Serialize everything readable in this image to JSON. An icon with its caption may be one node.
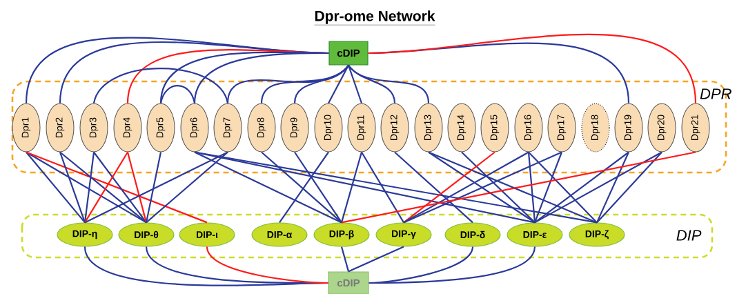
{
  "diagram": {
    "title": "Dpr-ome Network",
    "nodes": [
      {
        "text": [
          "cDIP"
        ]
      },
      {
        "text": [
          "DPR"
        ]
      },
      {
        "text": [
          "Dpr1"
        ],
        "in": 1
      },
      {
        "text": [
          "Dpr2"
        ],
        "in": 1
      },
      {
        "text": [
          "Dpr3"
        ],
        "in": 1
      },
      {
        "text": [
          "Dpr4"
        ],
        "in": 1
      },
      {
        "text": [
          "Dpr5"
        ],
        "in": 1
      },
      {
        "text": [
          "Dpr6"
        ],
        "in": 1
      },
      {
        "text": [
          "Dpr7"
        ],
        "in": 1
      },
      {
        "text": [
          "Dpr8"
        ],
        "in": 1
      },
      {
        "text": [
          "Dpr9"
        ],
        "in": 1
      },
      {
        "text": [
          "Dpr10"
        ],
        "in": 1
      },
      {
        "text": [
          "Dpr11"
        ],
        "in": 1
      },
      {
        "text": [
          "Dpr12"
        ],
        "in": 1
      },
      {
        "text": [
          "Dpr13"
        ],
        "in": 1
      },
      {
        "text": [
          "Dpr14"
        ],
        "in": 1
      },
      {
        "text": [
          "Dpr15"
        ],
        "in": 1
      },
      {
        "text": [
          "Dpr16"
        ],
        "in": 1
      },
      {
        "text": [
          "Dpr17"
        ],
        "in": 1
      },
      {
        "text": [
          "Dpr18"
        ],
        "in": 1
      },
      {
        "text": [
          "Dpr19"
        ],
        "in": 1
      },
      {
        "text": [
          "Dpr20"
        ],
        "in": 1
      },
      {
        "text": [
          "Dpr21"
        ],
        "in": 1
      },
      {
        "text": [
          "DIP"
        ]
      },
      {
        "text": [
          "DIP-η"
        ],
        "in": 23
      },
      {
        "text": [
          "DIP-θ"
        ],
        "in": 23
      },
      {
        "text": [
          "DIP-ι"
        ],
        "in": 23
      },
      {
        "text": [
          "DIP-α"
        ],
        "in": 23
      },
      {
        "text": [
          "DIP-β"
        ],
        "in": 23
      },
      {
        "text": [
          "DIP-γ"
        ],
        "in": 23
      },
      {
        "text": [
          "DIP-δ"
        ],
        "in": 23
      },
      {
        "text": [
          "DIP-ε"
        ],
        "in": 23
      },
      {
        "text": [
          "DIP-ζ"
        ],
        "in": 23
      },
      {
        "text": [
          "cDIP"
        ]
      }
    ],
    "edges": [
      {
        "from": 0,
        "to": 2,
        "arrow": "none"
      },
      {
        "from": 0,
        "to": 3,
        "arrow": "none"
      },
      {
        "from": 0,
        "to": 5,
        "arrow": "none",
        "color": "#ff1a1a"
      },
      {
        "from": 0,
        "to": 6,
        "arrow": "none"
      },
      {
        "from": 0,
        "to": 7,
        "arrow": "none"
      },
      {
        "from": 0,
        "to": 8,
        "arrow": "none"
      },
      {
        "from": 0,
        "to": 9,
        "arrow": "none"
      },
      {
        "from": 0,
        "to": 10,
        "arrow": "none"
      },
      {
        "from": 0,
        "to": 11,
        "arrow": "none"
      },
      {
        "from": 0,
        "to": 12,
        "arrow": "none"
      },
      {
        "from": 0,
        "to": 13,
        "arrow": "none"
      },
      {
        "from": 0,
        "to": 14,
        "arrow": "none"
      },
      {
        "from": 0,
        "to": 20,
        "arrow": "none"
      },
      {
        "from": 0,
        "to": 22,
        "arrow": "none",
        "color": "#ff1a1a"
      },
      {
        "from": 4,
        "to": 8,
        "arrow": "none"
      },
      {
        "from": 6,
        "to": 7,
        "arrow": "none"
      },
      {
        "from": 2,
        "to": 24,
        "arrow": "none"
      },
      {
        "from": 2,
        "to": 25,
        "arrow": "none"
      },
      {
        "from": 2,
        "to": 26,
        "arrow": "none",
        "color": "#ff1a1a"
      },
      {
        "from": 3,
        "to": 24,
        "arrow": "none"
      },
      {
        "from": 3,
        "to": 25,
        "arrow": "none"
      },
      {
        "from": 4,
        "to": 24,
        "arrow": "none"
      },
      {
        "from": 4,
        "to": 25,
        "arrow": "none"
      },
      {
        "from": 5,
        "to": 24,
        "arrow": "none",
        "color": "#ff1a1a"
      },
      {
        "from": 5,
        "to": 25,
        "arrow": "none",
        "color": "#ff1a1a"
      },
      {
        "from": 6,
        "to": 25,
        "arrow": "none"
      },
      {
        "from": 7,
        "to": 28,
        "arrow": "none"
      },
      {
        "from": 7,
        "to": 31,
        "arrow": "none"
      },
      {
        "from": 7,
        "to": 32,
        "arrow": "none"
      },
      {
        "from": 8,
        "to": 24,
        "arrow": "none"
      },
      {
        "from": 8,
        "to": 25,
        "arrow": "none"
      },
      {
        "from": 9,
        "to": 28,
        "arrow": "none"
      },
      {
        "from": 10,
        "to": 28,
        "arrow": "none"
      },
      {
        "from": 11,
        "to": 27,
        "arrow": "none"
      },
      {
        "from": 12,
        "to": 28,
        "arrow": "none"
      },
      {
        "from": 12,
        "to": 29,
        "arrow": "none"
      },
      {
        "from": 13,
        "to": 30,
        "arrow": "none"
      },
      {
        "from": 14,
        "to": 31,
        "arrow": "none"
      },
      {
        "from": 14,
        "to": 32,
        "arrow": "none"
      },
      {
        "from": 15,
        "to": 31,
        "arrow": "none"
      },
      {
        "from": 16,
        "to": 29,
        "arrow": "none",
        "color": "#ff1a1a"
      },
      {
        "from": 17,
        "to": 29,
        "arrow": "none"
      },
      {
        "from": 17,
        "to": 31,
        "arrow": "none"
      },
      {
        "from": 17,
        "to": 32,
        "arrow": "none"
      },
      {
        "from": 18,
        "to": 29,
        "arrow": "none"
      },
      {
        "from": 18,
        "to": 31,
        "arrow": "none"
      },
      {
        "from": 20,
        "to": 31,
        "arrow": "none"
      },
      {
        "from": 20,
        "to": 32,
        "arrow": "none"
      },
      {
        "from": 21,
        "to": 31,
        "arrow": "none"
      },
      {
        "from": 21,
        "to": 32,
        "arrow": "none"
      },
      {
        "from": 22,
        "to": 28,
        "arrow": "none",
        "color": "#ff1a1a"
      },
      {
        "from": 24,
        "to": 33,
        "arrow": "none"
      },
      {
        "from": 25,
        "to": 33,
        "arrow": "none"
      },
      {
        "from": 26,
        "to": 33,
        "arrow": "none",
        "color": "#ff1a1a"
      },
      {
        "from": 28,
        "to": 33,
        "arrow": "none"
      },
      {
        "from": 29,
        "to": 33,
        "arrow": "none"
      },
      {
        "from": 30,
        "to": 33,
        "arrow": "none"
      },
      {
        "from": 31,
        "to": 33,
        "arrow": "none"
      }
    ]
  }
}
